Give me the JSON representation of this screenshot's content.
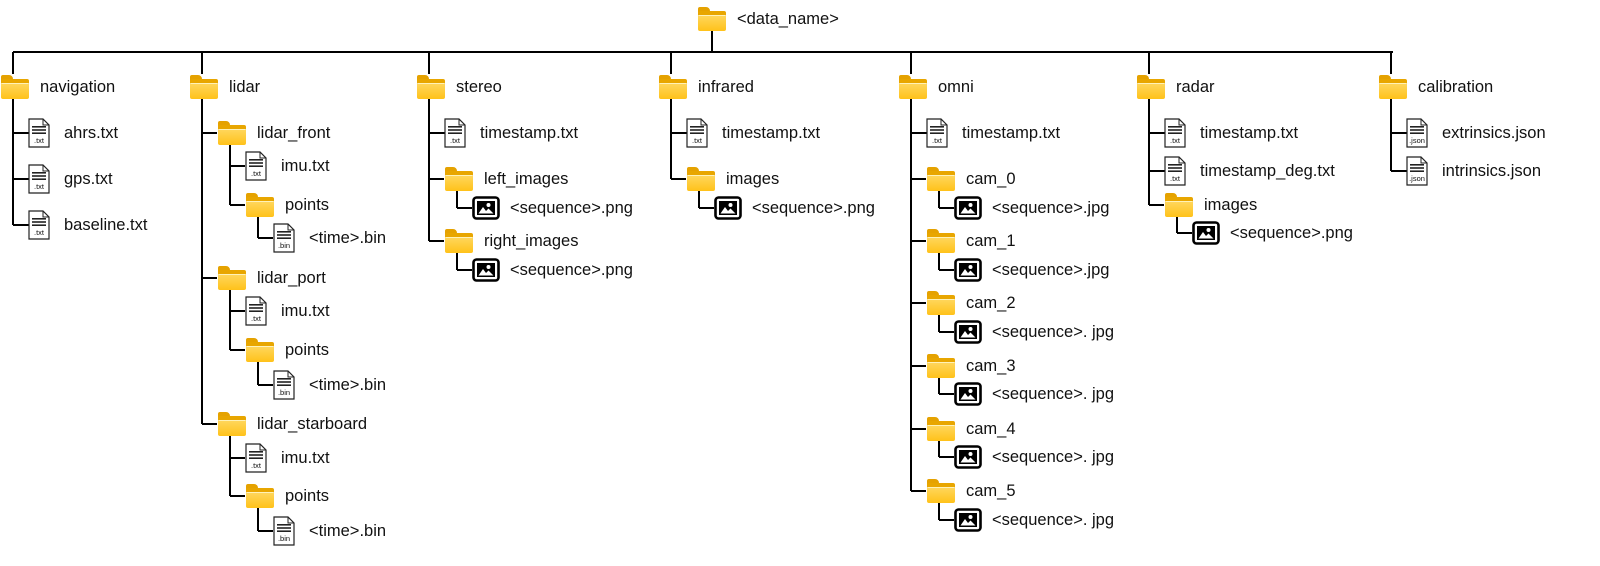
{
  "root": {
    "label": "<data_name>",
    "icon": "folder-icon"
  },
  "colors": {
    "folder_body": "#ffc21a",
    "folder_tab": "#e8a600",
    "line": "#000000"
  },
  "columns": [
    {
      "label": "navigation",
      "icon": "folder-icon",
      "children": [
        {
          "type": "file",
          "ext": ".txt",
          "label": "ahrs.txt"
        },
        {
          "type": "file",
          "ext": ".txt",
          "label": "gps.txt"
        },
        {
          "type": "file",
          "ext": ".txt",
          "label": "baseline.txt"
        }
      ]
    },
    {
      "label": "lidar",
      "icon": "folder-icon",
      "children": [
        {
          "type": "folder",
          "label": "lidar_front",
          "children": [
            {
              "type": "file",
              "ext": ".txt",
              "label": "imu.txt"
            },
            {
              "type": "folder",
              "label": "points",
              "children": [
                {
                  "type": "file",
                  "ext": ".bin",
                  "label": "<time>.bin"
                }
              ]
            }
          ]
        },
        {
          "type": "folder",
          "label": "lidar_port",
          "children": [
            {
              "type": "file",
              "ext": ".txt",
              "label": "imu.txt"
            },
            {
              "type": "folder",
              "label": "points",
              "children": [
                {
                  "type": "file",
                  "ext": ".bin",
                  "label": "<time>.bin"
                }
              ]
            }
          ]
        },
        {
          "type": "folder",
          "label": "lidar_starboard",
          "children": [
            {
              "type": "file",
              "ext": ".txt",
              "label": "imu.txt"
            },
            {
              "type": "folder",
              "label": "points",
              "children": [
                {
                  "type": "file",
                  "ext": ".bin",
                  "label": "<time>.bin"
                }
              ]
            }
          ]
        }
      ]
    },
    {
      "label": "stereo",
      "icon": "folder-icon",
      "children": [
        {
          "type": "file",
          "ext": ".txt",
          "label": "timestamp.txt"
        },
        {
          "type": "folder",
          "label": "left_images",
          "children": [
            {
              "type": "image",
              "label": "<sequence>.png"
            }
          ]
        },
        {
          "type": "folder",
          "label": "right_images",
          "children": [
            {
              "type": "image",
              "label": "<sequence>.png"
            }
          ]
        }
      ]
    },
    {
      "label": "infrared",
      "icon": "folder-icon",
      "children": [
        {
          "type": "file",
          "ext": ".txt",
          "label": "timestamp.txt"
        },
        {
          "type": "folder",
          "label": "images",
          "children": [
            {
              "type": "image",
              "label": "<sequence>.png"
            }
          ]
        }
      ]
    },
    {
      "label": "omni",
      "icon": "folder-icon",
      "children": [
        {
          "type": "file",
          "ext": ".txt",
          "label": "timestamp.txt"
        },
        {
          "type": "folder",
          "label": "cam_0",
          "children": [
            {
              "type": "image",
              "label": "<sequence>.jpg"
            }
          ]
        },
        {
          "type": "folder",
          "label": "cam_1",
          "children": [
            {
              "type": "image",
              "label": "<sequence>.jpg"
            }
          ]
        },
        {
          "type": "folder",
          "label": "cam_2",
          "children": [
            {
              "type": "image",
              "label": "<sequence>. jpg"
            }
          ]
        },
        {
          "type": "folder",
          "label": "cam_3",
          "children": [
            {
              "type": "image",
              "label": "<sequence>. jpg"
            }
          ]
        },
        {
          "type": "folder",
          "label": "cam_4",
          "children": [
            {
              "type": "image",
              "label": "<sequence>. jpg"
            }
          ]
        },
        {
          "type": "folder",
          "label": "cam_5",
          "children": [
            {
              "type": "image",
              "label": "<sequence>. jpg"
            }
          ]
        }
      ]
    },
    {
      "label": "radar",
      "icon": "folder-icon",
      "children": [
        {
          "type": "file",
          "ext": ".txt",
          "label": "timestamp.txt"
        },
        {
          "type": "file",
          "ext": ".txt",
          "label": "timestamp_deg.txt"
        },
        {
          "type": "folder",
          "label": "images",
          "children": [
            {
              "type": "image",
              "label": "<sequence>.png"
            }
          ]
        }
      ]
    },
    {
      "label": "calibration",
      "icon": "folder-icon",
      "children": [
        {
          "type": "file",
          "ext": ".json",
          "label": "extrinsics.json"
        },
        {
          "type": "file",
          "ext": ".json",
          "label": "intrinsics.json"
        }
      ]
    }
  ]
}
